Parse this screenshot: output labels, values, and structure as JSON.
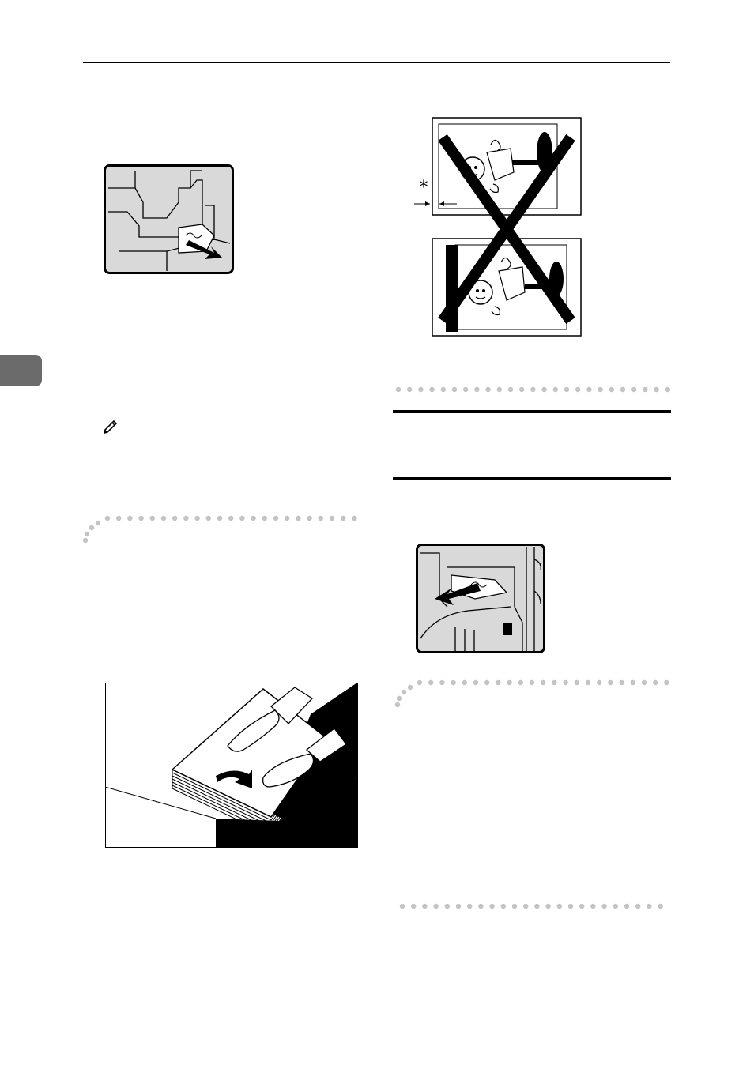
{
  "page": {
    "colors": {
      "ink": "#000000",
      "figure_fill": "#d9d9d9",
      "tab_gray": "#6b6b6b",
      "dot_gray": "#c4c4c4"
    }
  },
  "figures": {
    "jam_figure_1": {
      "icon": "paper-jam-pull-right-illustration"
    },
    "crossed_originals": {
      "icon": "incorrect-original-placement-illustration",
      "marker_text": "*"
    },
    "stack_alignment": {
      "icon": "hands-aligning-paper-stack-illustration"
    },
    "jam_figure_2": {
      "icon": "paper-jam-pull-left-illustration"
    }
  },
  "note": {
    "icon": "pencil-note-icon"
  }
}
